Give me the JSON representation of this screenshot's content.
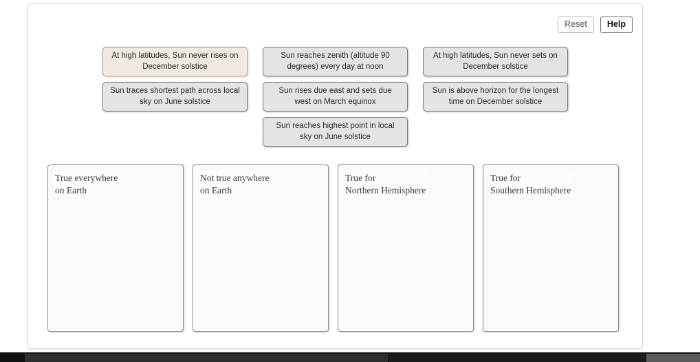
{
  "toolbar": {
    "reset_label": "Reset",
    "help_label": "Help"
  },
  "cards": [
    {
      "id": "card-1",
      "text": "At high latitudes, Sun never rises on December solstice",
      "selected": true
    },
    {
      "id": "card-2",
      "text": "Sun reaches zenith (altitude 90 degrees) every day at noon",
      "selected": false
    },
    {
      "id": "card-3",
      "text": "At high latitudes, Sun never sets on December solstice",
      "selected": false
    },
    {
      "id": "card-4",
      "text": "Sun traces shortest path across local sky on June solstice",
      "selected": false
    },
    {
      "id": "card-5",
      "text": "Sun rises due east and sets due west on March equinox",
      "selected": false
    },
    {
      "id": "card-6",
      "text": "Sun is above horizon for the longest time on December solstice",
      "selected": false
    },
    {
      "id": "card-7",
      "text": "Sun reaches highest point in local sky on June solstice",
      "selected": false
    }
  ],
  "drop_zones": [
    {
      "id": "zone-everywhere",
      "label": "True everywhere\non Earth",
      "items": []
    },
    {
      "id": "zone-nowhere",
      "label": "Not true anywhere\non Earth",
      "items": []
    },
    {
      "id": "zone-northern",
      "label": "True for\nNorthern Hemisphere",
      "items": []
    },
    {
      "id": "zone-southern",
      "label": "True for\nSouthern Hemisphere",
      "items": []
    }
  ],
  "colors": {
    "card_default_bg": "#e4e4e4",
    "card_selected_bg": "#efe9e1",
    "zone_bg": "#fafafa",
    "panel_border": "#d4d4d4",
    "taskbar": "#141414"
  }
}
